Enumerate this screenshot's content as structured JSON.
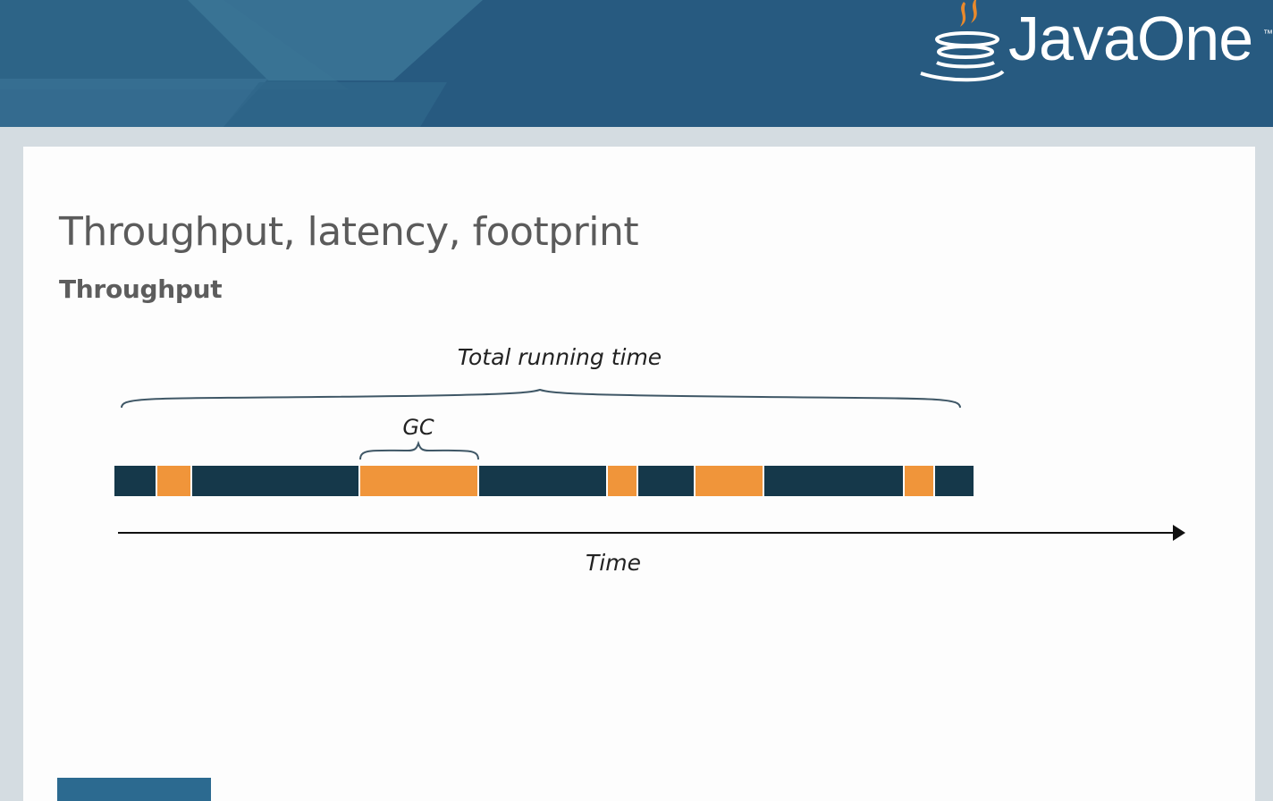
{
  "header": {
    "brand": "JavaOne",
    "trademark": "™",
    "colors": {
      "banner": "#275a80",
      "logo": "#ffffff",
      "flame": "#e8892c"
    }
  },
  "slide": {
    "title": "Throughput, latency, footprint",
    "subtitle": "Throughput"
  },
  "diagram": {
    "total_label": "Total running time",
    "gc_label": "GC",
    "axis_label": "Time",
    "colors": {
      "app": "#15384a",
      "gc": "#f0953a",
      "axis": "#111111",
      "brace": "#3f5766"
    },
    "segments": [
      {
        "kind": "app",
        "duration": 47
      },
      {
        "kind": "gc",
        "duration": 39
      },
      {
        "kind": "app",
        "duration": 188
      },
      {
        "kind": "gc",
        "duration": 133
      },
      {
        "kind": "app",
        "duration": 144
      },
      {
        "kind": "gc",
        "duration": 34
      },
      {
        "kind": "app",
        "duration": 64
      },
      {
        "kind": "gc",
        "duration": 77
      },
      {
        "kind": "app",
        "duration": 157
      },
      {
        "kind": "gc",
        "duration": 34
      },
      {
        "kind": "app",
        "duration": 44
      }
    ]
  }
}
